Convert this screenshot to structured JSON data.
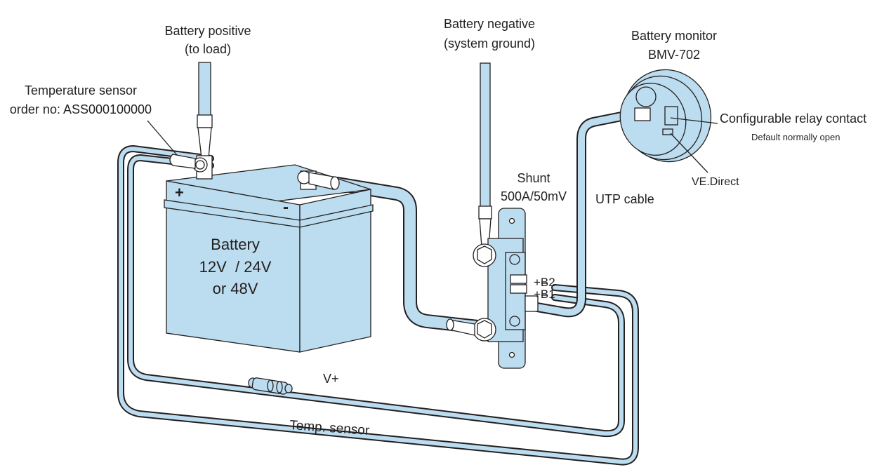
{
  "colors": {
    "fill": "#bcdcef",
    "outline": "#231f20",
    "background": "#ffffff",
    "terminal": "#ffffff"
  },
  "labels": {
    "battery_positive": [
      "Battery positive",
      "(to load)"
    ],
    "battery_negative": [
      "Battery negative",
      "(system ground)"
    ],
    "battery_monitor": [
      "Battery monitor",
      "BMV-702"
    ],
    "temp_sensor": [
      "Temperature sensor",
      "order no: ASS000100000"
    ],
    "relay_contact": "Configurable relay contact",
    "relay_default": "Default normally open",
    "ve_direct": "VE.Direct",
    "shunt": [
      "Shunt",
      "500A/50mV"
    ],
    "utp_cable": "UTP cable",
    "b2": "+B2",
    "b1": "+B1",
    "v_plus": "V+",
    "temp_sensor_cable": "Temp. sensor",
    "battery_body": [
      "Battery",
      "12V  / 24V",
      "or 48V"
    ],
    "plus_sign": "+",
    "minus_sign": "-"
  }
}
